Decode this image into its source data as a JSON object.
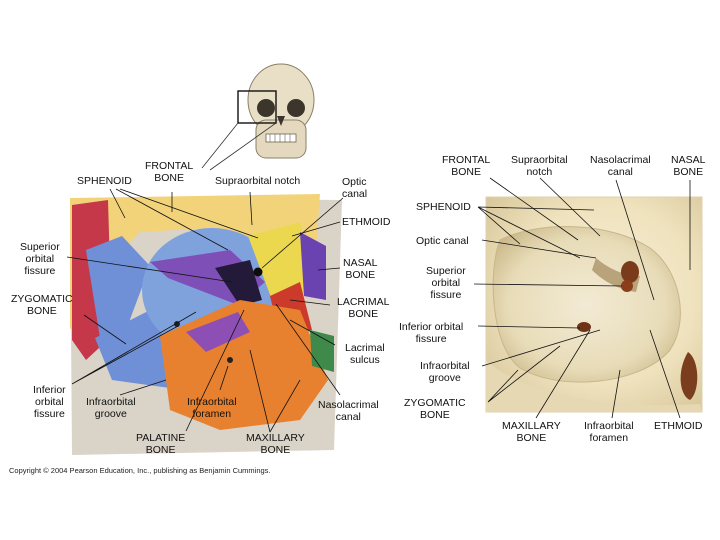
{
  "labels": {
    "left_frontal_bone": "FRONTAL\nBONE",
    "left_sphenoid": "SPHENOID",
    "left_supraorbital_notch": "Supraorbital notch",
    "left_optic_canal": "Optic\ncanal",
    "left_ethmoid": "ETHMOID",
    "left_superior_orbital_fissure": "Superior\norbital\nfissure",
    "left_zygomatic_bone": "ZYGOMATIC\nBONE",
    "left_nasal_bone": "NASAL\nBONE",
    "left_lacrimal_bone": "LACRIMAL\nBONE",
    "left_lacrimal_sulcus": "Lacrimal\nsulcus",
    "left_inferior_orbital_fissure": "Inferior\norbital\nfissure",
    "left_infraorbital_groove": "Infraorbital\ngroove",
    "left_infraorbital_foramen": "Infraorbital\nforamen",
    "left_palatine_bone": "PALATINE\nBONE",
    "left_maxillary_bone": "MAXILLARY\nBONE",
    "left_nasolacrimal_canal": "Nasolacrimal\ncanal",
    "right_frontal_bone": "FRONTAL\nBONE",
    "right_supraorbital_notch": "Supraorbital\nnotch",
    "right_nasolacrimal_canal": "Nasolacrimal\ncanal",
    "right_nasal_bone": "NASAL\nBONE",
    "right_sphenoid": "SPHENOID",
    "right_optic_canal": "Optic canal",
    "right_superior_orbital_fissure": "Superior\norbital\nfissure",
    "right_inferior_orbital_fissure": "Inferior orbital\nfissure",
    "right_infraorbital_groove": "Infraorbital\ngroove",
    "right_zygomatic_bone": "ZYGOMATIC\nBONE",
    "right_maxillary_bone": "MAXILLARY\nBONE",
    "right_infraorbital_foramen": "Infraorbital\nforamen",
    "right_ethmoid": "ETHMOID"
  },
  "copyright": "Copyright © 2004 Pearson Education, Inc., publishing as Benjamin Cummings.",
  "colors": {
    "frontal": "#f3d37a",
    "sphenoid_purple": "#7f4fb8",
    "zygomatic_blue": "#6f8fd6",
    "maxillary_orange": "#e8812f",
    "ethmoid_yellow": "#ecd84f",
    "lacrimal_red": "#cc3a2c",
    "nasal_purple": "#6a43b0",
    "palatine_green": "#3f8a4a",
    "temporal_red": "#c5384a",
    "bone_cream": "#f1e5c6"
  }
}
